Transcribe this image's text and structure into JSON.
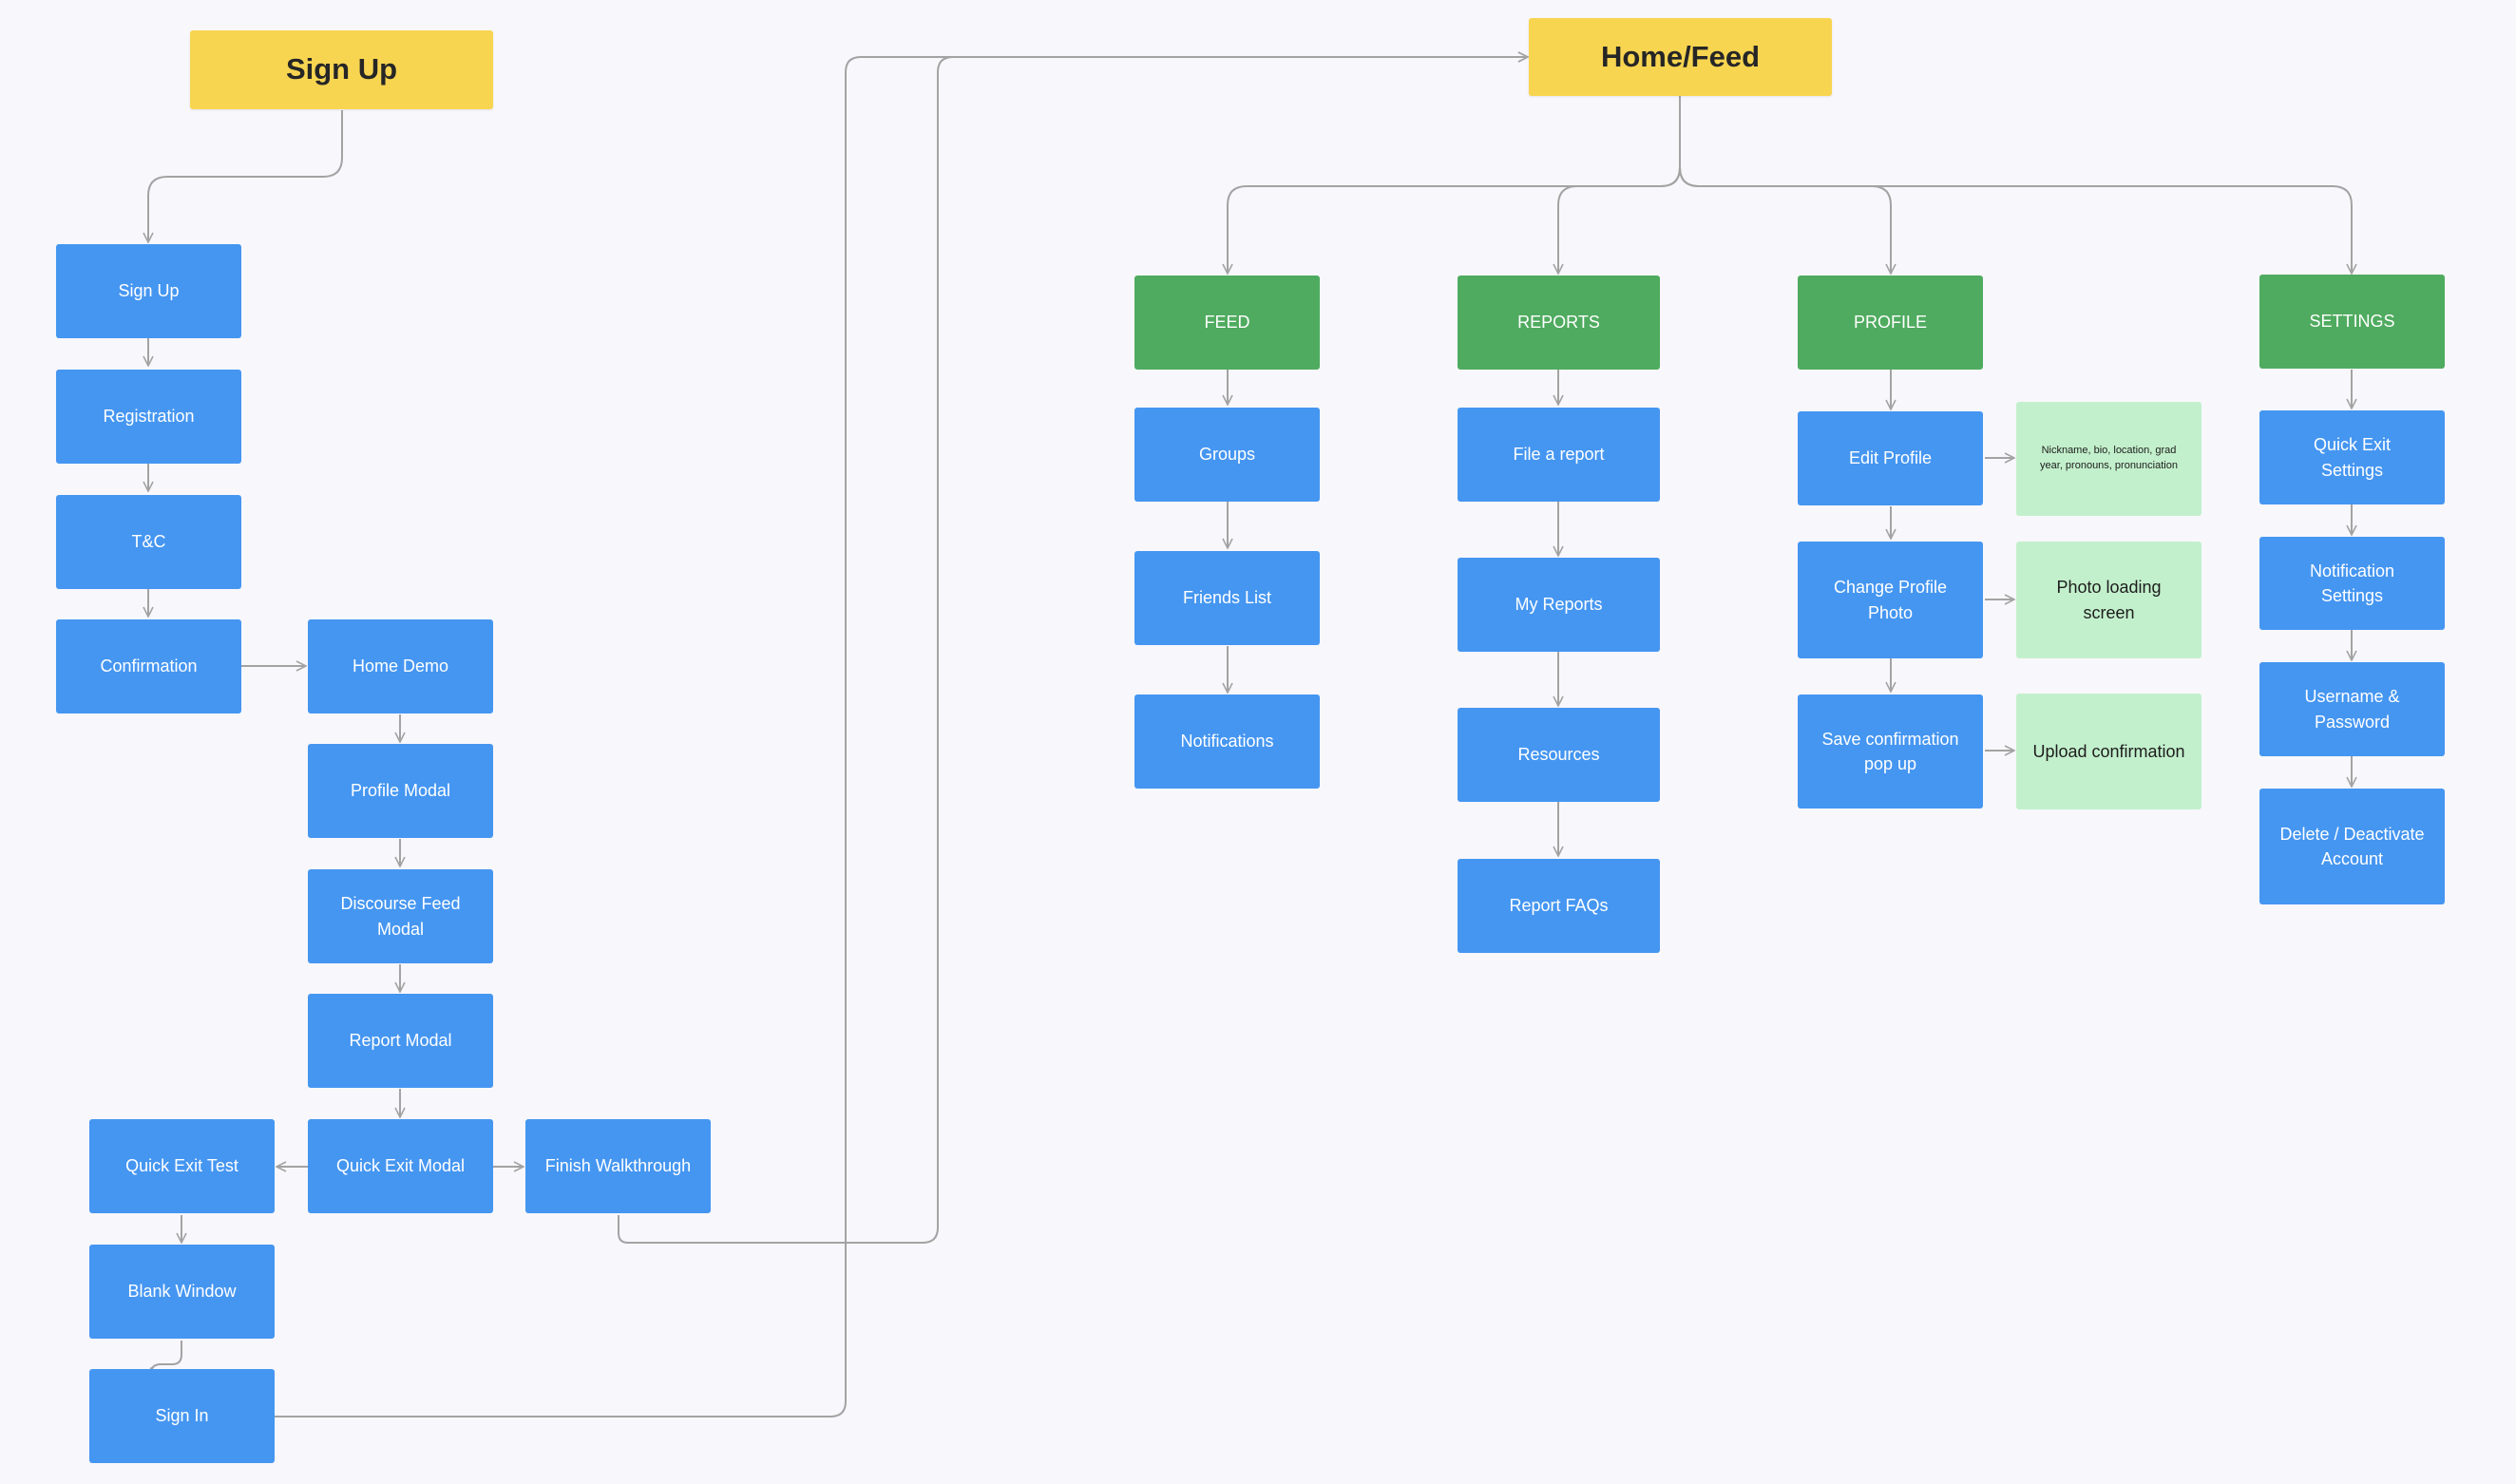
{
  "signup_flow": {
    "header": "Sign Up",
    "sign_up": "Sign Up",
    "registration": "Registration",
    "tc": "T&C",
    "confirmation": "Confirmation",
    "home_demo": "Home Demo",
    "profile_modal": "Profile Modal",
    "discourse_feed_modal": "Discourse Feed\nModal",
    "report_modal": "Report Modal",
    "quick_exit_modal": "Quick Exit Modal",
    "finish_walkthrough": "Finish Walkthrough",
    "quick_exit_test": "Quick Exit Test",
    "blank_window": "Blank Window",
    "sign_in": "Sign In"
  },
  "home_flow": {
    "header": "Home/Feed",
    "feed": {
      "title": "FEED",
      "items": [
        "Groups",
        "Friends List",
        "Notifications"
      ]
    },
    "reports": {
      "title": "REPORTS",
      "items": [
        "File a report",
        "My Reports",
        "Resources",
        "Report FAQs"
      ]
    },
    "profile": {
      "title": "PROFILE",
      "items": [
        "Edit Profile",
        "Change Profile\nPhoto",
        "Save confirmation\npop up"
      ],
      "notes": [
        "Nickname, bio, location, grad\nyear, pronouns, pronunciation",
        "Photo loading\nscreen",
        "Upload confirmation"
      ]
    },
    "settings": {
      "title": "SETTINGS",
      "items": [
        "Quick Exit\nSettings",
        "Notification\nSettings",
        "Username &\nPassword",
        "Delete / Deactivate\nAccount"
      ]
    }
  },
  "colors": {
    "header": "#f8d551",
    "screen": "#4596f1",
    "section": "#4fab5f",
    "note": "#c3f0cc",
    "connector": "#a3a3a3",
    "background": "#f8f7fb"
  }
}
